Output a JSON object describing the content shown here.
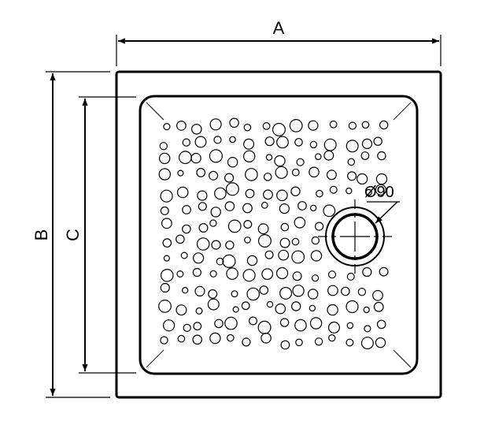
{
  "labels": {
    "width": "A",
    "outer_height": "B",
    "inner_height": "C",
    "drain_diameter": "Ø90"
  },
  "colors": {
    "line": "#000000",
    "background": "#ffffff"
  }
}
